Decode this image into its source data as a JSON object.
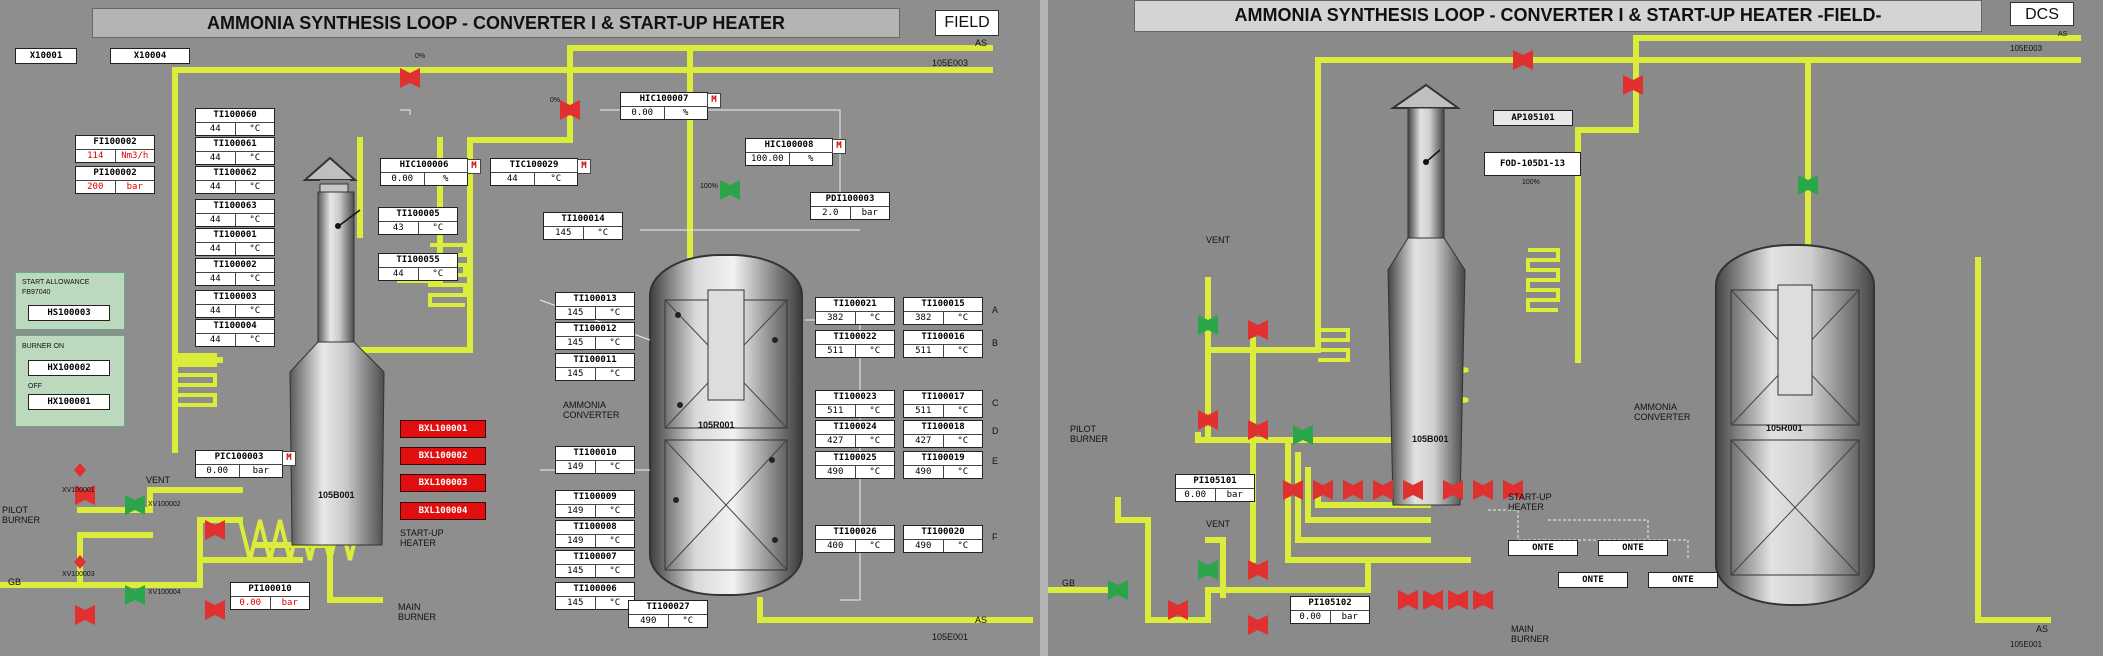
{
  "field": {
    "title": "AMMONIA SYNTHESIS LOOP - CONVERTER I & START-UP HEATER",
    "badge": "FIELD",
    "top_tags": [
      "X10001",
      "X10004"
    ],
    "line_labels": {
      "as_top": "AS",
      "e003": "105E003",
      "as_bottom": "AS",
      "e001": "105E001",
      "gb": "GB"
    },
    "fi_tags": [
      {
        "name": "FI100002",
        "value": "114",
        "unit": "Nm3/h",
        "red": true
      },
      {
        "name": "PI100002",
        "value": "200",
        "unit": "bar",
        "red": true
      }
    ],
    "ti_column": [
      {
        "name": "TI100060",
        "value": "44",
        "unit": "°C"
      },
      {
        "name": "TI100061",
        "value": "44",
        "unit": "°C"
      },
      {
        "name": "TI100062",
        "value": "44",
        "unit": "°C"
      },
      {
        "name": "TI100063",
        "value": "44",
        "unit": "°C"
      },
      {
        "name": "TI100001",
        "value": "44",
        "unit": "°C"
      },
      {
        "name": "TI100002",
        "value": "44",
        "unit": "°C"
      },
      {
        "name": "TI100003",
        "value": "44",
        "unit": "°C"
      },
      {
        "name": "TI100004",
        "value": "44",
        "unit": "°C"
      }
    ],
    "ti_heater": [
      {
        "name": "TI100005",
        "value": "43",
        "unit": "°C"
      },
      {
        "name": "TI100055",
        "value": "44",
        "unit": "°C"
      }
    ],
    "controllers": [
      {
        "name": "HIC100006",
        "value": "0.00",
        "unit": "%",
        "mode": "M"
      },
      {
        "name": "TIC100029",
        "value": "44",
        "unit": "°C",
        "mode": "M"
      },
      {
        "name": "HIC100007",
        "value": "0.00",
        "unit": "%",
        "mode": "M"
      },
      {
        "name": "HIC100008",
        "value": "100.00",
        "unit": "%",
        "mode": "M"
      },
      {
        "name": "PIC100003",
        "value": "0.00",
        "unit": "bar",
        "mode": "M"
      }
    ],
    "pdi": {
      "name": "PDI100003",
      "value": "2.0",
      "unit": "bar"
    },
    "pi_burner": {
      "name": "PI100010",
      "value": "0.00",
      "unit": "bar"
    },
    "ti_converter_left": [
      {
        "name": "TI100014",
        "value": "145",
        "unit": "°C"
      },
      {
        "name": "TI100013",
        "value": "145",
        "unit": "°C"
      },
      {
        "name": "TI100012",
        "value": "145",
        "unit": "°C"
      },
      {
        "name": "TI100011",
        "value": "145",
        "unit": "°C"
      },
      {
        "name": "TI100010",
        "value": "149",
        "unit": "°C"
      },
      {
        "name": "TI100009",
        "value": "149",
        "unit": "°C"
      },
      {
        "name": "TI100008",
        "value": "149",
        "unit": "°C"
      },
      {
        "name": "TI100007",
        "value": "145",
        "unit": "°C"
      },
      {
        "name": "TI100006",
        "value": "145",
        "unit": "°C"
      }
    ],
    "ti_converter_right": [
      {
        "name": "TI100021",
        "value": "382",
        "unit": "°C"
      },
      {
        "name": "TI100015",
        "value": "382",
        "unit": "°C"
      },
      {
        "name": "TI100022",
        "value": "511",
        "unit": "°C"
      },
      {
        "name": "TI100016",
        "value": "511",
        "unit": "°C"
      },
      {
        "name": "TI100023",
        "value": "511",
        "unit": "°C"
      },
      {
        "name": "TI100017",
        "value": "511",
        "unit": "°C"
      },
      {
        "name": "TI100024",
        "value": "427",
        "unit": "°C"
      },
      {
        "name": "TI100018",
        "value": "427",
        "unit": "°C"
      },
      {
        "name": "TI100025",
        "value": "490",
        "unit": "°C"
      },
      {
        "name": "TI100019",
        "value": "490",
        "unit": "°C"
      },
      {
        "name": "TI100026",
        "value": "400",
        "unit": "°C"
      },
      {
        "name": "TI100020",
        "value": "490",
        "unit": "°C"
      }
    ],
    "ti_bottom": {
      "name": "TI100027",
      "value": "490",
      "unit": "°C"
    },
    "zone_letters": [
      "A",
      "B",
      "C",
      "D",
      "E",
      "F"
    ],
    "start_panel": {
      "label": "START ALLOWANCE FB97040",
      "tag": "HS100003"
    },
    "burner_panel": {
      "label": "BURNER ON",
      "off_label": "OFF",
      "tag1": "HX100002",
      "tag2": "HX100001"
    },
    "alarms": [
      "BXL100001",
      "BXL100002",
      "BXL100003",
      "BXL100004"
    ],
    "xv": [
      "XV100001",
      "XV100002",
      "XV100003",
      "XV100004"
    ],
    "heater_id": "105B001",
    "converter_id": "105R001",
    "labels": {
      "vent": "VENT",
      "pilot": "PILOT BURNER",
      "main": "MAIN BURNER",
      "startup": "START-UP HEATER",
      "converter": "AMMONIA CONVERTER"
    },
    "valve_pcts": [
      "0%",
      "0%",
      "100%"
    ]
  },
  "dcs": {
    "title": "AMMONIA SYNTHESIS LOOP - CONVERTER I & START-UP HEATER -FIELD-",
    "badge": "DCS",
    "ap_tag": "AP105101",
    "fod_tag": "FOD-105D1-13",
    "fod_pct": "100%",
    "pi_tags": [
      {
        "name": "PI105101",
        "value": "0.00",
        "unit": "bar"
      },
      {
        "name": "PI105102",
        "value": "0.00",
        "unit": "bar"
      }
    ],
    "onte_buttons": [
      "ONTE",
      "ONTE",
      "ONTE",
      "ONTE"
    ],
    "heater_id": "105B001",
    "converter_id": "105R001",
    "labels": {
      "vent": "VENT",
      "pilot": "PILOT BURNER",
      "main": "MAIN BURNER",
      "startup": "START-UP HEATER",
      "converter": "AMMONIA CONVERTER",
      "as_top": "AS",
      "e003": "105E003",
      "as_bottom": "AS",
      "e001": "105E001",
      "gb": "GB"
    }
  }
}
